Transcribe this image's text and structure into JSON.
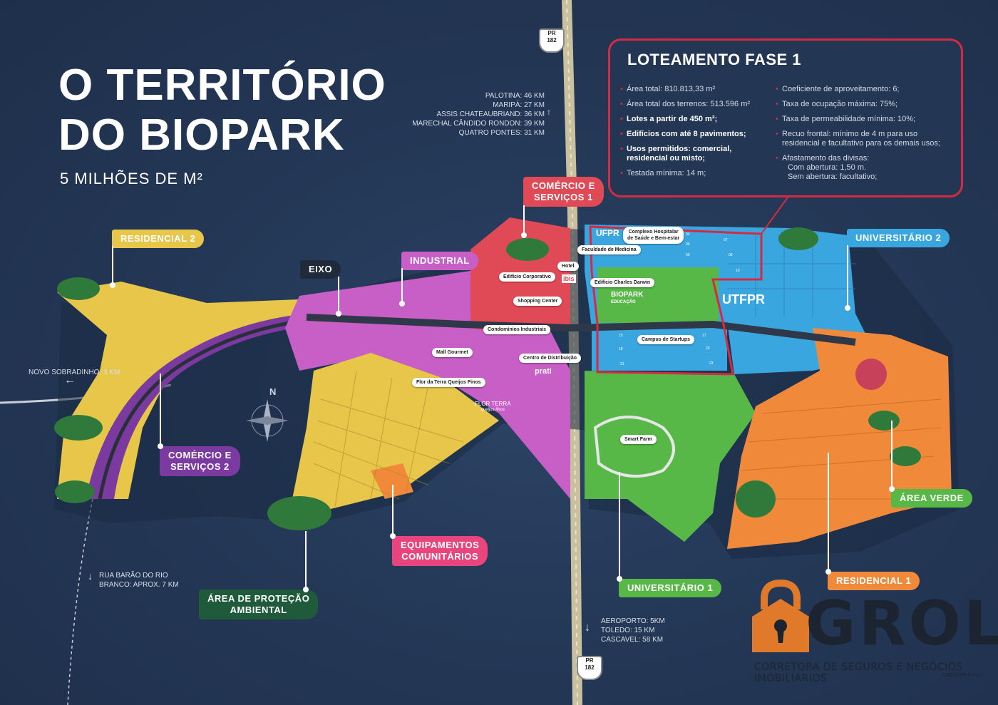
{
  "title_line1": "O TERRITÓRIO",
  "title_line2": "DO BIOPARK",
  "subtitle": "5 MILHÕES DE M²",
  "distances_north": [
    "PALOTINA: 46 KM",
    "MARIPÁ: 27 KM",
    "ASSIS CHATEAUBRIAND: 36 KM",
    "MARECHAL CÂNDIDO RONDON: 39 KM",
    "QUATRO PONTES: 31 KM"
  ],
  "distance_west": "NOVO SOBRADINHO: 3 KM",
  "distance_southwest": [
    "RUA BARÃO DO RIO",
    "BRANCO: APROX. 7 KM"
  ],
  "distances_south": [
    "AEROPORTO: 5KM",
    "TOLEDO: 15 KM",
    "CASCAVEL: 58 KM"
  ],
  "highway": {
    "state": "PR",
    "number": "182"
  },
  "compass": "N",
  "zones": {
    "residencial_2": "RESIDENCIAL 2",
    "eixo": "EIXO",
    "industrial": "INDUSTRIAL",
    "comercio_1": [
      "COMÉRCIO E",
      "SERVIÇOS 1"
    ],
    "comercio_2": [
      "COMÉRCIO E",
      "SERVIÇOS 2"
    ],
    "universitario_2": "UNIVERSITÁRIO 2",
    "universitario_1": "UNIVERSITÁRIO 1",
    "area_verde": "ÁREA VERDE",
    "residencial_1": "RESIDENCIAL 1",
    "equipamentos": [
      "EQUIPAMENTOS",
      "COMUNITÁRIOS"
    ],
    "protecao": [
      "ÁREA DE PROTEÇÃO",
      "AMBIENTAL"
    ]
  },
  "zone_colors": {
    "residencial": "#e8c64a",
    "industrial": "#c85fc6",
    "comercio_1": "#e04a56",
    "comercio_2": "#7a3aa0",
    "universitario": "#3aa6e0",
    "verde": "#58b847",
    "res1": "#f08a3a",
    "equip": "#e8457c",
    "protecao": "#1f5a3a",
    "eixo": "#1f2a3a"
  },
  "pois": {
    "complexo": [
      "Complexo Hospitalar",
      "de Saúde e Bem-estar"
    ],
    "medicina": "Faculdade de Medicina",
    "hotel": "Hotel",
    "corporativo": "Edifício Corporativo",
    "darwin": "Edifício Charles Darwin",
    "shopping": "Shopping Center",
    "condominios": "Condomínios Industriais",
    "mall": "Mall Gourmet",
    "distribuicao": "Centro de Distribuição",
    "flor": "Flor da Terra Queijos Finos",
    "startups": "Campus de Startups",
    "smartfarm": "Smart Farm"
  },
  "logos": {
    "ufpr": "UFPR",
    "utfpr": "UTFPR",
    "biopark": "BIOPARK",
    "biopark_sub": "EDUCAÇÃO",
    "ibis": "ibis",
    "prati": "prati",
    "flor": "FLOR TERRA",
    "flor_sub": "queijos finos"
  },
  "lot_numbers": [
    "04",
    "07",
    "06",
    "08",
    "09",
    "10",
    "15",
    "17",
    "18",
    "20",
    "21",
    "23"
  ],
  "info_box": {
    "heading": "LOTEAMENTO FASE 1",
    "left": [
      {
        "text": "Área total: 810.813,33 m²",
        "bold": false
      },
      {
        "text": "Área total dos terrenos: 513.596 m²",
        "bold": false
      },
      {
        "text": "Lotes a partir de 450 m²;",
        "bold": true
      },
      {
        "text": "Edifícios com até 8 pavimentos;",
        "bold": true
      },
      {
        "text": "Usos permitidos: comercial, residencial ou misto;",
        "bold": true
      },
      {
        "text": "Testada mínima: 14 m;",
        "bold": false
      }
    ],
    "right": [
      "Coeficiente de aproveitamento: 6;",
      "Taxa de ocupação máxima: 75%;",
      "Taxa de permeabilidade mínima: 10%;",
      "Recuo frontal: mínimo de 4 m para uso residencial e facultativo para os demais usos;",
      "Afastamento das divisas:"
    ],
    "right_sub": [
      "Com abertura: 1,50 m.",
      "Sem abertura: facultativo;"
    ]
  },
  "brand": {
    "name": "GROLA",
    "tagline": "CORRETORA DE SEGUROS E NEGÓCIOS IMOBILIÁRIOS",
    "creci": "CRECI-PR 6.411J",
    "accent": "#e07a2a"
  }
}
